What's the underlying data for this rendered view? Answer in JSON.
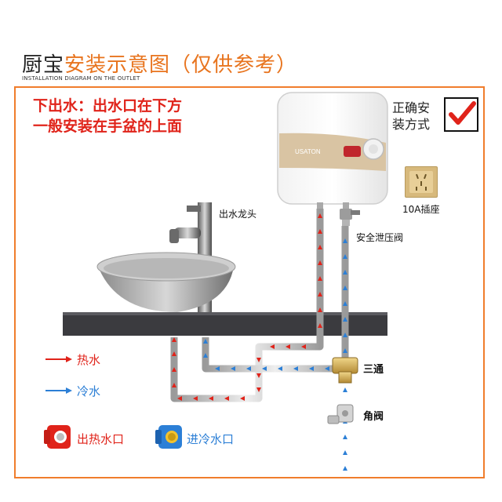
{
  "header": {
    "title_prefix": "厨宝",
    "title_main": "安装示意图（仅供参考）",
    "subtitle": "INSTALLATION DIAGRAM ON THE OUTLET"
  },
  "notice": {
    "line1": "下出水：出水口在下方",
    "line2": "一般安装在手盆的上面"
  },
  "correct_install": {
    "line1": "正确安",
    "line2": "装方式"
  },
  "heater": {
    "brand": "USATON"
  },
  "labels": {
    "faucet": "出水龙头",
    "safety_valve": "安全泄压阀",
    "socket": "10A插座",
    "tee": "三通",
    "angle_valve": "角阀"
  },
  "legend": {
    "hot_water": "热水",
    "cold_water": "冷水",
    "hot_outlet": "出热水口",
    "cold_inlet": "进冷水口"
  },
  "colors": {
    "accent_orange": "#e8741e",
    "frame_orange": "#f07d2c",
    "hot_red": "#e0231a",
    "cold_blue": "#2c7fd6",
    "counter": "#3b3b3f",
    "heater_gold": "#d9c4a3"
  }
}
